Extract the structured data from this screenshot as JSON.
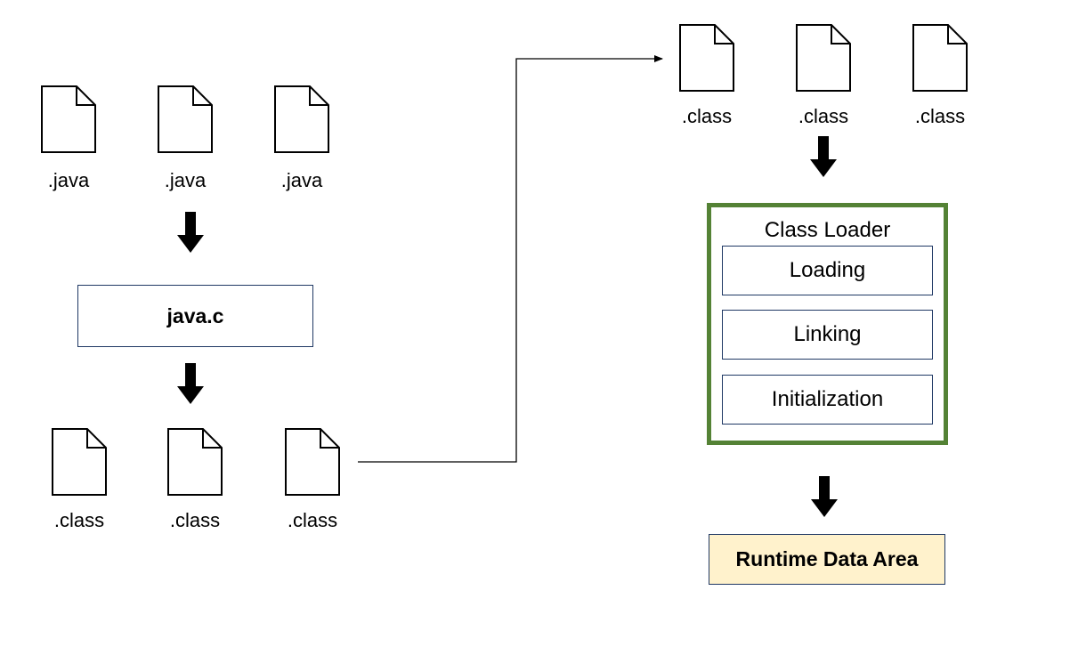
{
  "source_files": [
    ".java",
    ".java",
    ".java"
  ],
  "compiler": {
    "label": "java.c"
  },
  "compiled_files": [
    ".class",
    ".class",
    ".class"
  ],
  "loaded_files": [
    ".class",
    ".class",
    ".class"
  ],
  "class_loader": {
    "title": "Class Loader",
    "stages": [
      "Loading",
      "Linking",
      "Initialization"
    ]
  },
  "runtime": {
    "label": "Runtime Data Area"
  },
  "colors": {
    "class_loader_border": "#548235",
    "runtime_fill": "#fff2cc",
    "box_border": "#1f3864"
  }
}
